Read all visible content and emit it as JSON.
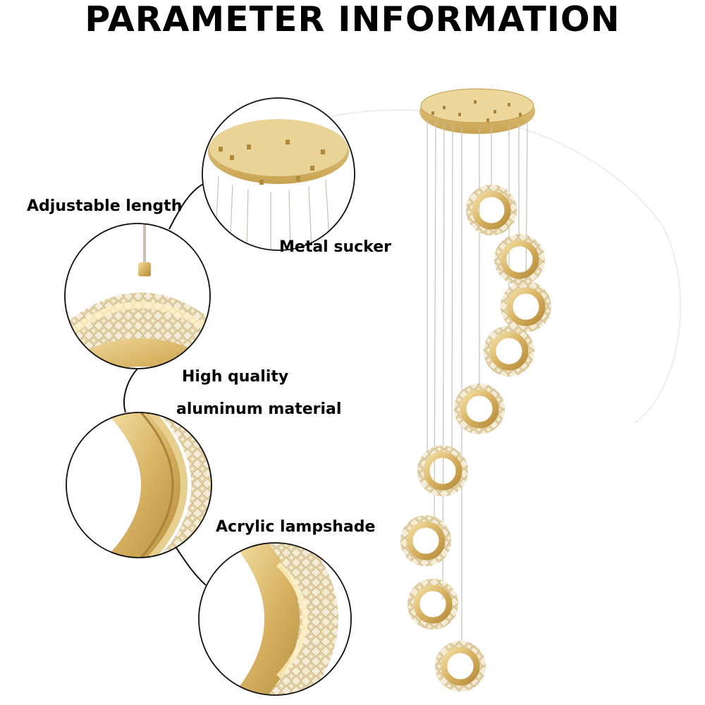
{
  "title": "PARAMETER INFORMATION",
  "labels": {
    "adjustable_length": "Adjustable length",
    "metal_sucker": "Metal sucker",
    "high_quality": "High quality",
    "aluminum_material": "aluminum material",
    "acrylic_lampshade": "Acrylic lampshade"
  },
  "colors": {
    "gold": "#d9b768",
    "gold_light": "#f0dca0",
    "gold_dark": "#b08a3a",
    "crystal": "#f3ead2"
  }
}
